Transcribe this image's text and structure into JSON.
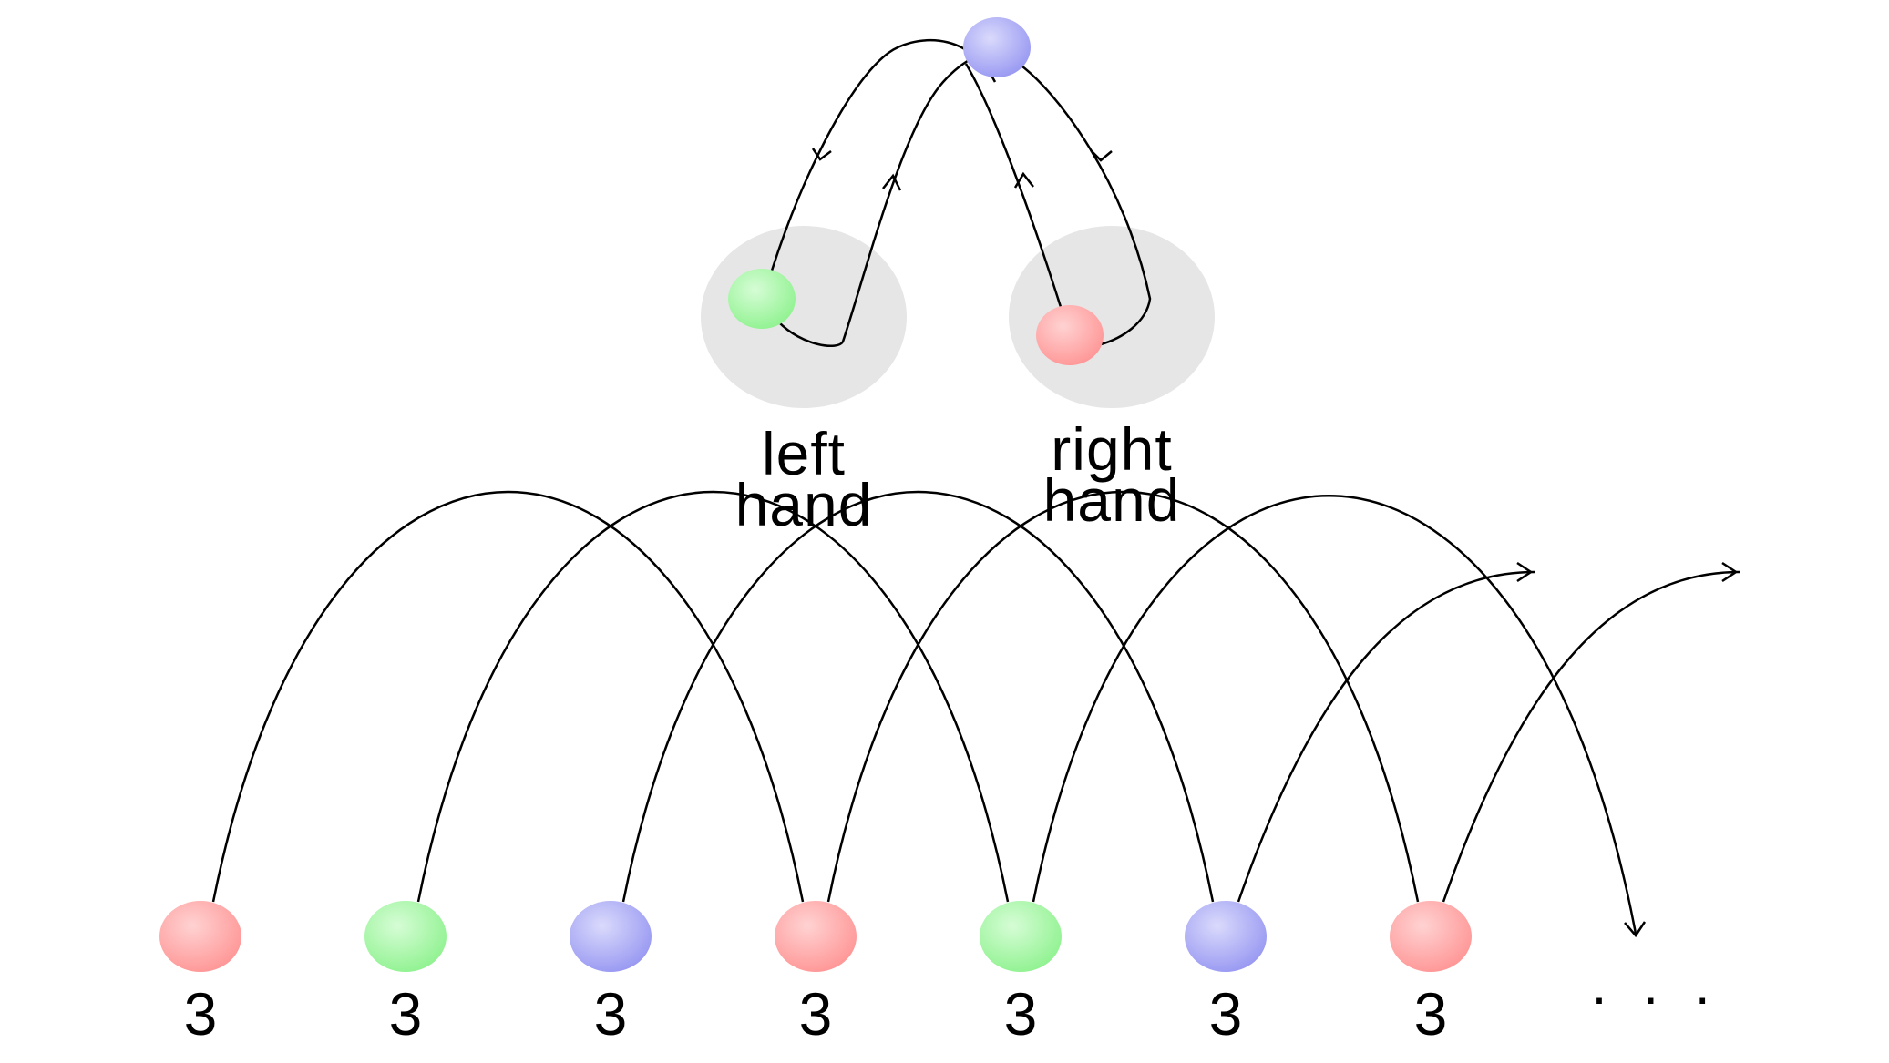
{
  "colors": {
    "red_ball": "#ff9e9e",
    "green_ball": "#9ef59e",
    "blue_ball": "#a3a3f5",
    "hand_region": "#e6e6e6",
    "stroke": "#000000"
  },
  "hands": {
    "left_line1": "left",
    "left_line2": "hand",
    "right_line1": "right",
    "right_line2": "hand"
  },
  "sequence": {
    "balls": [
      "red",
      "green",
      "blue",
      "red",
      "green",
      "blue",
      "red"
    ],
    "labels": [
      "3",
      "3",
      "3",
      "3",
      "3",
      "3",
      "3"
    ],
    "continuation": "· · ·"
  }
}
